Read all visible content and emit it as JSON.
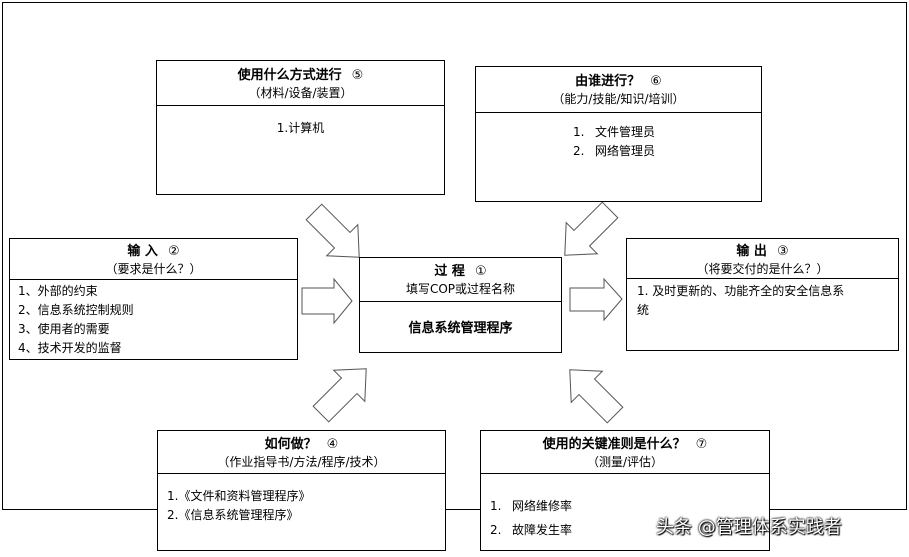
{
  "method": {
    "title": "使用什么方式进行",
    "marker": "⑤",
    "subtitle": "（材料/设备/装置）",
    "items": [
      "1.计算机"
    ]
  },
  "who": {
    "title": "由谁进行？",
    "marker": "⑥",
    "subtitle": "（能力/技能/知识/培训）",
    "items": [
      {
        "num": "1.",
        "text": "文件管理员"
      },
      {
        "num": "2.",
        "text": "网络管理员"
      }
    ]
  },
  "input": {
    "title": "输  入",
    "marker": "②",
    "subtitle": "（要求是什么？）",
    "items": [
      "1、外部的约束",
      "2、信息系统控制规则",
      "3、使用者的需要",
      "4、技术开发的监督"
    ]
  },
  "process": {
    "title": "过  程",
    "marker": "①",
    "subtitle": "填写COP或过程名称",
    "name": "信息系统管理程序"
  },
  "output": {
    "title": "输  出",
    "marker": "③",
    "subtitle": "（将要交付的是什么？）",
    "items": [
      "1. 及时更新的、功能齐全的安全信息系",
      "统"
    ]
  },
  "how": {
    "title": "如何做？",
    "marker": "④",
    "subtitle": "（作业指导书/方法/程序/技术）",
    "items": [
      "1.《文件和资料管理程序》",
      "2.《信息系统管理程序》"
    ]
  },
  "criteria": {
    "title": "使用的关键准则是什么？",
    "marker": "⑦",
    "subtitle": "（测量/评估）",
    "items": [
      {
        "num": "1.",
        "text": "网络维修率"
      },
      {
        "num": "2.",
        "text": "故障发生率"
      }
    ]
  },
  "watermark": "头条 @管理体系实践者"
}
